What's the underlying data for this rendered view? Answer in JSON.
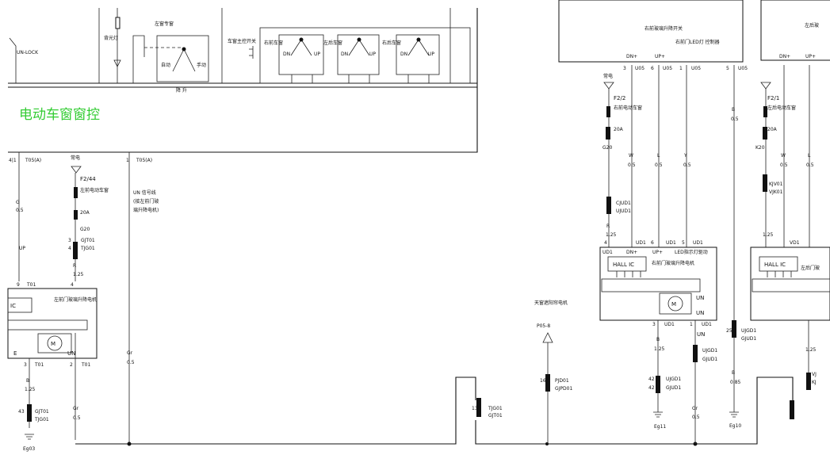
{
  "top": {
    "unlock": "UN-LOCK",
    "rear_windscreen": "背光灯",
    "left_window_module": "左窗专窗",
    "auto": "自动",
    "manual": "手动",
    "up_down": "降 升",
    "window_main_switch": "车窗主控开关",
    "rf_window": "右前车窗",
    "lr_window": "左后车窗",
    "rr_window": "右后车窗",
    "dn": "DN",
    "up": "UP"
  },
  "title": "电动车窗窗控",
  "left_section": {
    "conn1": "T05(A)",
    "conn2": "T05(A)",
    "pin1": "4|1",
    "pin2": "1",
    "w1_color": "G",
    "w1_size": "0.5",
    "w1_sig": "UP",
    "always_power": "常电",
    "fuse": "F2/44",
    "fuse_desc": "左前电动车窗",
    "fuse_rating": "20A",
    "g20": "G20",
    "conn_gjt": "GJT01",
    "conn_tjg": "TJG01",
    "pin_3": "3",
    "pin_4": "4",
    "r_color": "R",
    "r_size": "1.25",
    "un_desc": "UN 信号线 (接左前门玻璃升降电机)",
    "gr": "Gr",
    "gr_size": "0.5",
    "t01": "T01",
    "pin_9": "9",
    "motor_label": "左前门玻璃升降电机",
    "ic": "IC",
    "un": "UN",
    "e": "E",
    "b": "B",
    "b_size": "1.25",
    "conn_43": "43",
    "pin_2": "2",
    "ground": "Eg03"
  },
  "mid": {
    "sunroof": "天窗遮阳帘电机",
    "p05": "P05-8",
    "pjd": "PJD01",
    "gjpd": "GJPD01",
    "pin_16": "16",
    "tjg": "TJG01",
    "gjt": "GJT01",
    "pin_13": "13"
  },
  "right_section": {
    "switch_title": "右前玻璃升降开关",
    "led": "右前门LED灯 控制器",
    "dn_plus": "DN+",
    "up_plus": "UP+",
    "u05": "U05",
    "pin_3": "3",
    "pin_6": "6",
    "pin_1": "1",
    "pin_5": "5",
    "always_power": "常电",
    "fuse": "F2/2",
    "fuse_desc": "右前电动车窗",
    "fuse_rating": "20A",
    "g20": "G20",
    "w": "W",
    "l": "L",
    "y": "Y",
    "b": "B",
    "s05": "0.5",
    "cjud": "CJUD1",
    "ujud": "UJUD1",
    "r": "R",
    "r_size": "1.25",
    "ud1": "UD1",
    "ud1_dn": "DN+",
    "ud1_up": "UP+",
    "ud1_led": "LED指示灯驱动",
    "pin_4": "4",
    "pin_6b": "6",
    "pin_5b": "5",
    "hall": "HALL IC",
    "motor_label": "右前门玻璃升降电机",
    "un": "UN",
    "ud1_bot": "UD1",
    "uj_gu": "UJGD1",
    "gj_ud": "GJUD1",
    "b125": "1.25",
    "pin_42": "42",
    "eg11": "Eg11",
    "gr": "Gr",
    "gr_size": "0.5",
    "pin_25": "25",
    "b085": "0.85",
    "eg10": "Eg10"
  },
  "far_right": {
    "title": "左后玻",
    "fuse": "F2/1",
    "fuse_desc": "左后电动车窗",
    "fuse_rating": "20A",
    "k20": "K20",
    "kjv": "KJV01",
    "vjk": "VJK01",
    "hall": "HALL IC",
    "motor": "左后门玻",
    "vd1": "VD1",
    "dn_plus": "DN+",
    "up_plus": "UP+",
    "w": "W",
    "l": "L",
    "s05": "0.5",
    "b": "B",
    "s125": "1.25",
    "b085": "0.85",
    "vj": "VJ",
    "kj": "KJ"
  }
}
